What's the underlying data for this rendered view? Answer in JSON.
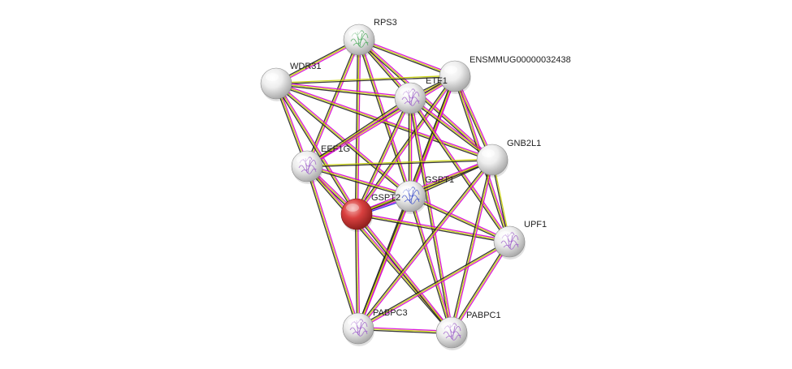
{
  "network": {
    "nodes": [
      {
        "id": "RPS3",
        "label": "RPS3",
        "color": "#e8e8e8",
        "structure": "ribbon-green",
        "selected": false
      },
      {
        "id": "WDR31",
        "label": "WDR31",
        "color": "#e8e8e8",
        "structure": "none",
        "selected": false
      },
      {
        "id": "ENSMMUG00000032438",
        "label": "ENSMMUG00000032438",
        "color": "#e8e8e8",
        "structure": "none",
        "selected": false
      },
      {
        "id": "ETF1",
        "label": "ETF1",
        "color": "#e8e8e8",
        "structure": "ribbon-purple",
        "selected": false
      },
      {
        "id": "GNB2L1",
        "label": "GNB2L1",
        "color": "#e8e8e8",
        "structure": "none",
        "selected": false
      },
      {
        "id": "EEF1G",
        "label": "EEF1G",
        "color": "#e8e8e8",
        "structure": "ribbon-purple",
        "selected": false
      },
      {
        "id": "GSPT1",
        "label": "GSPT1",
        "color": "#e8e8e8",
        "structure": "ribbon-blue",
        "selected": false
      },
      {
        "id": "GSPT2",
        "label": "GSPT2",
        "color": "#d9403f",
        "structure": "none",
        "selected": true
      },
      {
        "id": "UPF1",
        "label": "UPF1",
        "color": "#e8e8e8",
        "structure": "ribbon-purple",
        "selected": false
      },
      {
        "id": "PABPC3",
        "label": "PABPC3",
        "color": "#e8e8e8",
        "structure": "ribbon-purple",
        "selected": false
      },
      {
        "id": "PABPC1",
        "label": "PABPC1",
        "color": "#e8e8e8",
        "structure": "ribbon-purple",
        "selected": false
      }
    ],
    "edges": [
      {
        "source": "RPS3",
        "target": "WDR31",
        "evidence": [
          "magenta",
          "yellow",
          "black"
        ]
      },
      {
        "source": "RPS3",
        "target": "ENSMMUG00000032438",
        "evidence": [
          "magenta",
          "yellow",
          "black"
        ]
      },
      {
        "source": "RPS3",
        "target": "ETF1",
        "evidence": [
          "magenta",
          "yellow",
          "black"
        ]
      },
      {
        "source": "RPS3",
        "target": "EEF1G",
        "evidence": [
          "magenta",
          "yellow",
          "black"
        ]
      },
      {
        "source": "RPS3",
        "target": "GSPT1",
        "evidence": [
          "magenta",
          "yellow",
          "black"
        ]
      },
      {
        "source": "RPS3",
        "target": "GSPT2",
        "evidence": [
          "magenta",
          "yellow",
          "black"
        ]
      },
      {
        "source": "RPS3",
        "target": "GNB2L1",
        "evidence": [
          "magenta",
          "yellow",
          "black"
        ]
      },
      {
        "source": "WDR31",
        "target": "ENSMMUG00000032438",
        "evidence": [
          "yellow",
          "black"
        ]
      },
      {
        "source": "WDR31",
        "target": "ETF1",
        "evidence": [
          "magenta",
          "yellow",
          "black"
        ]
      },
      {
        "source": "WDR31",
        "target": "EEF1G",
        "evidence": [
          "magenta",
          "yellow",
          "black"
        ]
      },
      {
        "source": "WDR31",
        "target": "GSPT1",
        "evidence": [
          "magenta",
          "yellow",
          "black"
        ]
      },
      {
        "source": "WDR31",
        "target": "GSPT2",
        "evidence": [
          "magenta",
          "yellow",
          "black"
        ]
      },
      {
        "source": "WDR31",
        "target": "GNB2L1",
        "evidence": [
          "magenta",
          "yellow",
          "black"
        ]
      },
      {
        "source": "ENSMMUG00000032438",
        "target": "ETF1",
        "evidence": [
          "magenta",
          "yellow",
          "black"
        ]
      },
      {
        "source": "ENSMMUG00000032438",
        "target": "EEF1G",
        "evidence": [
          "magenta",
          "yellow",
          "black"
        ]
      },
      {
        "source": "ENSMMUG00000032438",
        "target": "GSPT1",
        "evidence": [
          "magenta",
          "yellow",
          "black"
        ]
      },
      {
        "source": "ENSMMUG00000032438",
        "target": "GSPT2",
        "evidence": [
          "magenta",
          "yellow",
          "black"
        ]
      },
      {
        "source": "ENSMMUG00000032438",
        "target": "GNB2L1",
        "evidence": [
          "magenta",
          "yellow",
          "black"
        ]
      },
      {
        "source": "ENSMMUG00000032438",
        "target": "UPF1",
        "evidence": [
          "magenta",
          "yellow",
          "black"
        ]
      },
      {
        "source": "ENSMMUG00000032438",
        "target": "PABPC3",
        "evidence": [
          "magenta",
          "yellow",
          "black"
        ]
      },
      {
        "source": "ETF1",
        "target": "EEF1G",
        "evidence": [
          "magenta",
          "yellow",
          "black"
        ]
      },
      {
        "source": "ETF1",
        "target": "GSPT1",
        "evidence": [
          "magenta",
          "yellow",
          "black"
        ]
      },
      {
        "source": "ETF1",
        "target": "GSPT2",
        "evidence": [
          "magenta",
          "yellow",
          "black"
        ]
      },
      {
        "source": "ETF1",
        "target": "GNB2L1",
        "evidence": [
          "magenta",
          "yellow",
          "black"
        ]
      },
      {
        "source": "ETF1",
        "target": "UPF1",
        "evidence": [
          "magenta",
          "yellow",
          "black"
        ]
      },
      {
        "source": "ETF1",
        "target": "PABPC1",
        "evidence": [
          "magenta",
          "yellow",
          "black"
        ]
      },
      {
        "source": "EEF1G",
        "target": "GSPT1",
        "evidence": [
          "magenta",
          "yellow",
          "black"
        ]
      },
      {
        "source": "EEF1G",
        "target": "GSPT2",
        "evidence": [
          "magenta",
          "yellow",
          "black"
        ]
      },
      {
        "source": "EEF1G",
        "target": "GNB2L1",
        "evidence": [
          "yellow",
          "black"
        ]
      },
      {
        "source": "EEF1G",
        "target": "PABPC3",
        "evidence": [
          "magenta",
          "yellow",
          "black"
        ]
      },
      {
        "source": "EEF1G",
        "target": "PABPC1",
        "evidence": [
          "magenta",
          "yellow",
          "black"
        ]
      },
      {
        "source": "GSPT1",
        "target": "GSPT2",
        "evidence": [
          "blue",
          "magenta",
          "yellow",
          "black"
        ]
      },
      {
        "source": "GSPT1",
        "target": "GNB2L1",
        "evidence": [
          "magenta",
          "yellow",
          "black"
        ]
      },
      {
        "source": "GSPT1",
        "target": "UPF1",
        "evidence": [
          "magenta",
          "yellow",
          "black"
        ]
      },
      {
        "source": "GSPT1",
        "target": "PABPC3",
        "evidence": [
          "magenta",
          "yellow",
          "black"
        ]
      },
      {
        "source": "GSPT1",
        "target": "PABPC1",
        "evidence": [
          "magenta",
          "yellow",
          "black"
        ]
      },
      {
        "source": "GSPT2",
        "target": "GNB2L1",
        "evidence": [
          "magenta",
          "yellow",
          "black"
        ]
      },
      {
        "source": "GSPT2",
        "target": "UPF1",
        "evidence": [
          "magenta",
          "yellow",
          "black"
        ]
      },
      {
        "source": "GSPT2",
        "target": "PABPC3",
        "evidence": [
          "magenta",
          "yellow",
          "black"
        ]
      },
      {
        "source": "GSPT2",
        "target": "PABPC1",
        "evidence": [
          "magenta",
          "yellow",
          "black"
        ]
      },
      {
        "source": "GNB2L1",
        "target": "UPF1",
        "evidence": [
          "yellow",
          "black"
        ]
      },
      {
        "source": "GNB2L1",
        "target": "PABPC3",
        "evidence": [
          "magenta",
          "yellow",
          "black"
        ]
      },
      {
        "source": "GNB2L1",
        "target": "PABPC1",
        "evidence": [
          "magenta",
          "yellow",
          "black"
        ]
      },
      {
        "source": "UPF1",
        "target": "PABPC3",
        "evidence": [
          "magenta",
          "yellow",
          "black"
        ]
      },
      {
        "source": "UPF1",
        "target": "PABPC1",
        "evidence": [
          "magenta",
          "yellow",
          "black"
        ]
      },
      {
        "source": "PABPC3",
        "target": "PABPC1",
        "evidence": [
          "magenta",
          "yellow",
          "black"
        ]
      }
    ],
    "evidence_colors": {
      "black": "#222222",
      "yellow": "#c8d200",
      "magenta": "#d600d6",
      "blue": "#2020e0"
    }
  }
}
